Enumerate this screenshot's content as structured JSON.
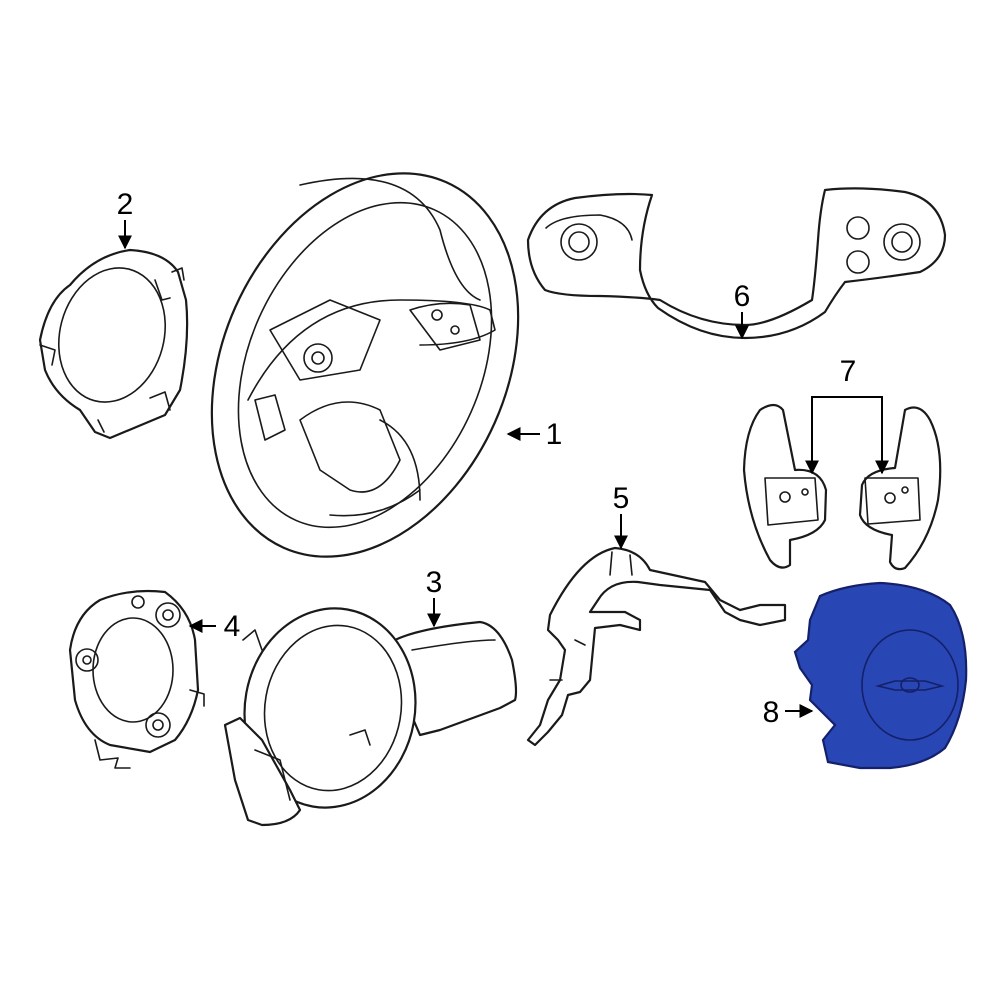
{
  "callouts": {
    "c1": "1",
    "c2": "2",
    "c3": "3",
    "c4": "4",
    "c5": "5",
    "c6": "6",
    "c7": "7",
    "c8": "8"
  },
  "colors": {
    "highlight": "#2846b4",
    "line": "#1a1a1a",
    "background": "#ffffff"
  },
  "highlighted_part": "8"
}
